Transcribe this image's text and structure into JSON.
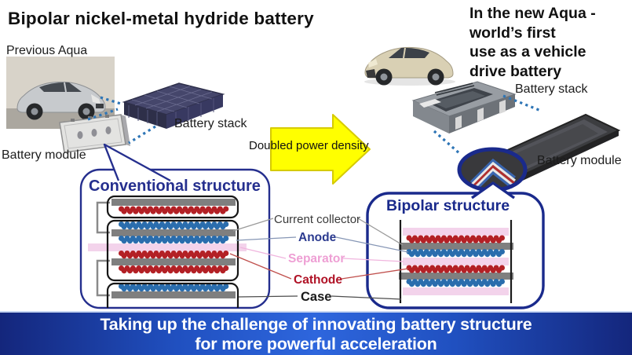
{
  "slide": {
    "title": "Bipolar nickel-metal hydride battery",
    "previous": {
      "label": "Previous Aqua",
      "stack_label": "Battery stack",
      "module_label": "Battery module"
    },
    "new": {
      "headline": [
        "In the new Aqua -",
        "world’s first",
        "use as a vehicle",
        "drive battery"
      ],
      "stack_label": "Battery stack",
      "module_label": "Battery module"
    },
    "arrow_label": "Doubled power density",
    "conventional_title": "Conventional structure",
    "bipolar_title": "Bipolar structure",
    "layer_labels": {
      "current_collector": "Current collector",
      "anode": "Anode",
      "separator": "Separator",
      "cathode": "Cathode",
      "case": "Case"
    },
    "banner_lines": [
      "Taking up the challenge of innovating battery structure",
      "for more powerful acceleration"
    ],
    "colors": {
      "accent_navy": "#1a2a8c",
      "anode_blue": "#2a6dad",
      "cathode_red": "#b32025",
      "separator_pink": "#ee9fd4",
      "collector_gray": "#7f7f7f",
      "arrow_yellow": "#ffff00",
      "banner_blue": "#2e66dd"
    }
  }
}
